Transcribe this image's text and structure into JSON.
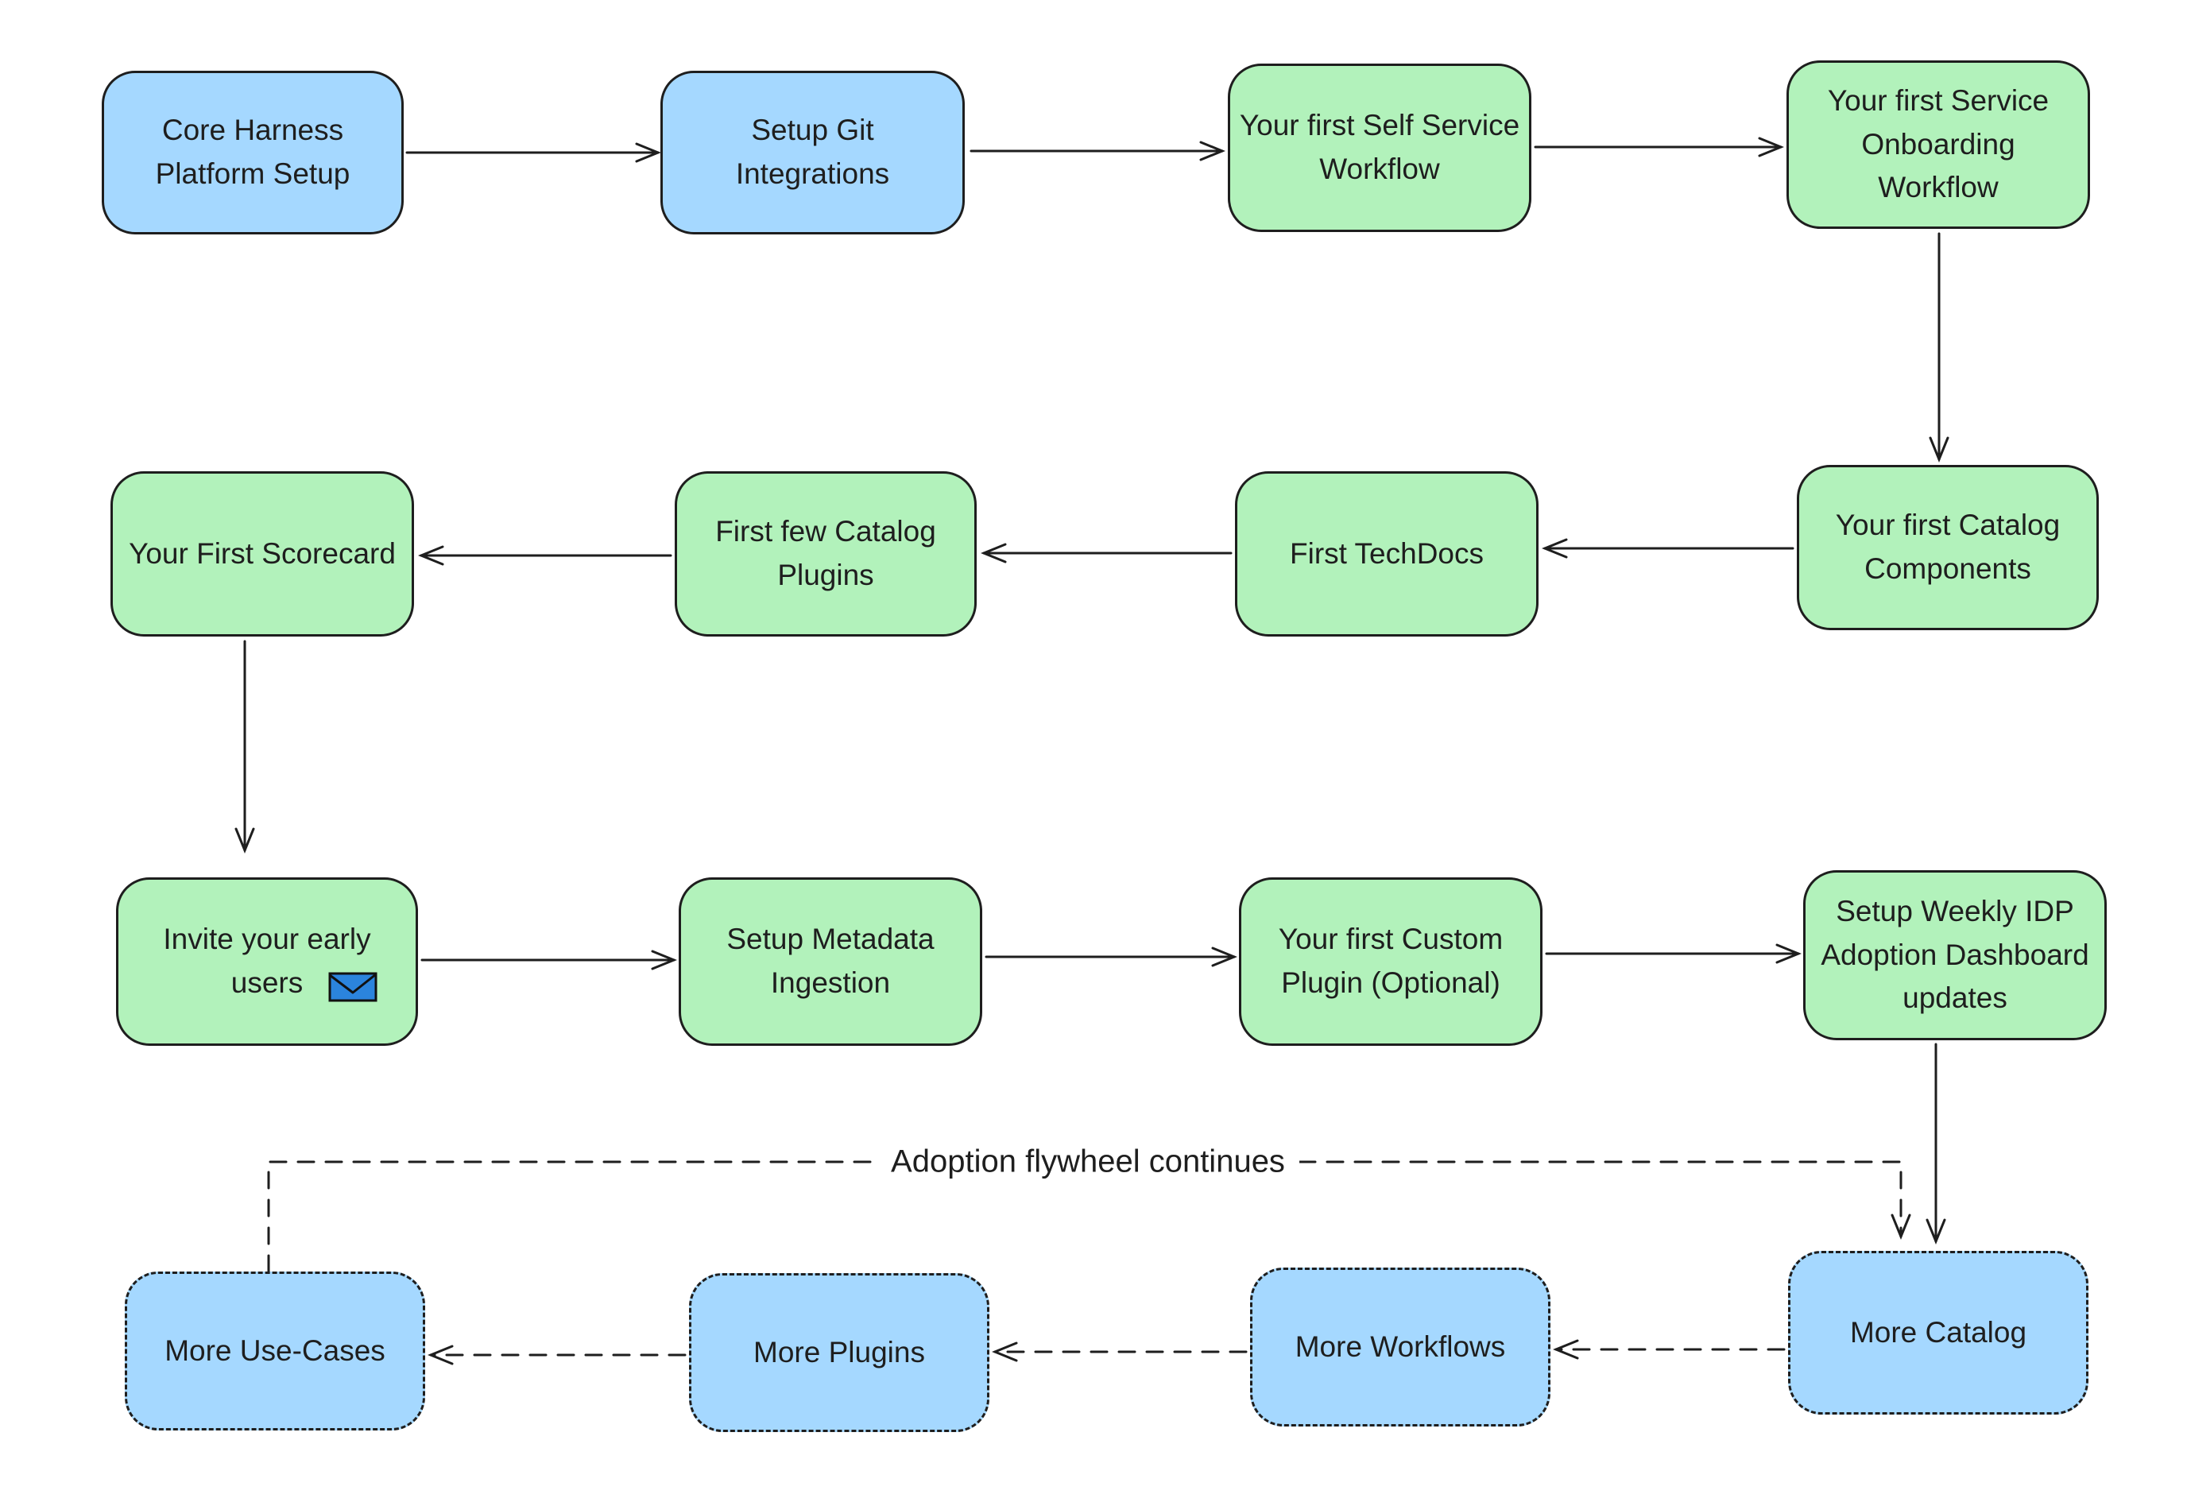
{
  "diagram": {
    "background": "#ffffff",
    "flywheel_label": "Adoption flywheel continues",
    "colors": {
      "node_blue": "#a5d8ff",
      "node_green": "#b2f2bb",
      "stroke": "#1e1e1e",
      "envelope_blue": "#2b84dd"
    },
    "nodes": [
      {
        "id": "core-harness-platform-setup",
        "label": "Core Harness Platform Setup",
        "color": "blue",
        "border": "solid"
      },
      {
        "id": "setup-git-integrations",
        "label": "Setup Git Integrations",
        "color": "blue",
        "border": "solid"
      },
      {
        "id": "first-self-service-workflow",
        "label": "Your first Self Service Workflow",
        "color": "green",
        "border": "solid"
      },
      {
        "id": "first-service-onboarding",
        "label": "Your first Service Onboarding Workflow",
        "color": "green",
        "border": "solid"
      },
      {
        "id": "first-scorecard",
        "label": "Your First Scorecard",
        "color": "green",
        "border": "solid"
      },
      {
        "id": "first-few-catalog-plugins",
        "label": "First few Catalog Plugins",
        "color": "green",
        "border": "solid"
      },
      {
        "id": "first-techdocs",
        "label": "First TechDocs",
        "color": "green",
        "border": "solid"
      },
      {
        "id": "first-catalog-components",
        "label": "Your first Catalog Components",
        "color": "green",
        "border": "solid"
      },
      {
        "id": "invite-early-users",
        "label": "Invite your early users",
        "color": "green",
        "border": "solid",
        "icon": "envelope-icon"
      },
      {
        "id": "setup-metadata-ingestion",
        "label": "Setup Metadata Ingestion",
        "color": "green",
        "border": "solid"
      },
      {
        "id": "first-custom-plugin",
        "label": "Your first Custom Plugin (Optional)",
        "color": "green",
        "border": "solid"
      },
      {
        "id": "weekly-idp-dashboard",
        "label": "Setup Weekly IDP Adoption Dashboard updates",
        "color": "green",
        "border": "solid"
      },
      {
        "id": "more-use-cases",
        "label": "More Use-Cases",
        "color": "blue",
        "border": "dashed"
      },
      {
        "id": "more-plugins",
        "label": "More Plugins",
        "color": "blue",
        "border": "dashed"
      },
      {
        "id": "more-workflows",
        "label": "More Workflows",
        "color": "blue",
        "border": "dashed"
      },
      {
        "id": "more-catalog",
        "label": "More Catalog",
        "color": "blue",
        "border": "dashed"
      }
    ],
    "edges": [
      {
        "from": "core-harness-platform-setup",
        "to": "setup-git-integrations",
        "style": "solid",
        "label": ""
      },
      {
        "from": "setup-git-integrations",
        "to": "first-self-service-workflow",
        "style": "solid",
        "label": ""
      },
      {
        "from": "first-self-service-workflow",
        "to": "first-service-onboarding",
        "style": "solid",
        "label": ""
      },
      {
        "from": "first-service-onboarding",
        "to": "first-catalog-components",
        "style": "solid",
        "label": ""
      },
      {
        "from": "first-catalog-components",
        "to": "first-techdocs",
        "style": "solid",
        "label": ""
      },
      {
        "from": "first-techdocs",
        "to": "first-few-catalog-plugins",
        "style": "solid",
        "label": ""
      },
      {
        "from": "first-few-catalog-plugins",
        "to": "first-scorecard",
        "style": "solid",
        "label": ""
      },
      {
        "from": "first-scorecard",
        "to": "invite-early-users",
        "style": "solid",
        "label": ""
      },
      {
        "from": "invite-early-users",
        "to": "setup-metadata-ingestion",
        "style": "solid",
        "label": ""
      },
      {
        "from": "setup-metadata-ingestion",
        "to": "first-custom-plugin",
        "style": "solid",
        "label": ""
      },
      {
        "from": "first-custom-plugin",
        "to": "weekly-idp-dashboard",
        "style": "solid",
        "label": ""
      },
      {
        "from": "weekly-idp-dashboard",
        "to": "more-catalog",
        "style": "solid",
        "label": ""
      },
      {
        "from": "more-catalog",
        "to": "more-workflows",
        "style": "dashed",
        "label": ""
      },
      {
        "from": "more-workflows",
        "to": "more-plugins",
        "style": "dashed",
        "label": ""
      },
      {
        "from": "more-plugins",
        "to": "more-use-cases",
        "style": "dashed",
        "label": ""
      },
      {
        "from": "more-use-cases",
        "to": "more-catalog",
        "style": "dashed",
        "label": "Adoption flywheel continues"
      }
    ]
  }
}
